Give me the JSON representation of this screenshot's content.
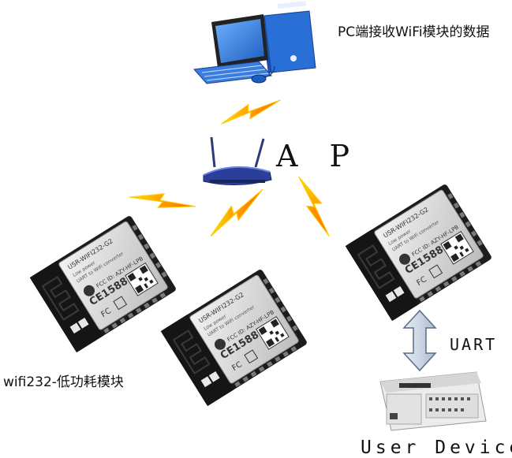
{
  "labels": {
    "pc_caption": "PC端接收WiFi模块的数据",
    "ap": "A P",
    "uart": "UART",
    "module_caption": "wifi232-低功耗模块",
    "user_device": "User Device"
  },
  "module": {
    "model": "USR-WIFI232-G2",
    "line1": "Low power",
    "line2": "UART to WiFi converter",
    "fcc": "FCC ID: AZY-HF-LPB"
  },
  "icons": {
    "pc": "desktop-computer-icon",
    "router": "wifi-router-icon",
    "signal": "lightning-bolt-icon",
    "arrow": "double-arrow-icon",
    "plc": "plc-device-icon"
  },
  "colors": {
    "bolt_fill": "#ff8c00",
    "bolt_edge": "#ffd200",
    "router_body": "#2b3f9a",
    "pcb_dark": "#1c1c1c",
    "shield_silver": "#d8d8d8",
    "pc_blue": "#2a6fd6"
  }
}
